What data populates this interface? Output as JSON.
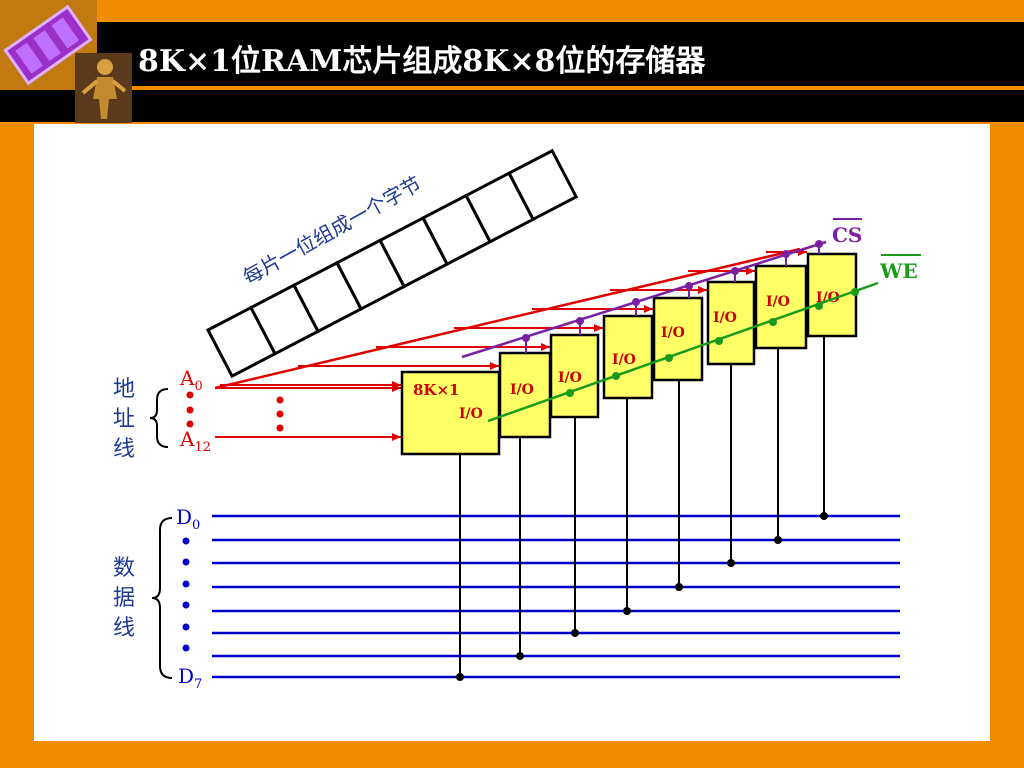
{
  "title": "8K×1位RAM芯片组成8K×8位的存储器",
  "byte_caption": "每片一位组成一个字节",
  "chip_label": "8K×1",
  "io_label": "I/O",
  "cs_label": "CS",
  "we_label": "WE",
  "address_group_label": [
    "地",
    "址",
    "线"
  ],
  "data_group_label": [
    "数",
    "据",
    "线"
  ],
  "address_lines": {
    "first": {
      "base": "A",
      "sub": "0"
    },
    "last": {
      "base": "A",
      "sub": "12"
    }
  },
  "data_lines": {
    "first": {
      "base": "D",
      "sub": "0"
    },
    "last": {
      "base": "D",
      "sub": "7"
    }
  },
  "colors": {
    "background": "#f28c00",
    "title_bar": "#000000",
    "address": "#e00000",
    "data": "#0000cc",
    "cs": "#7b1fa2",
    "we": "#1a9a1a",
    "chip_fill": "#ffff66",
    "label_blue": "#1f3a93"
  },
  "chip_count": 8,
  "byte_cells": 8
}
